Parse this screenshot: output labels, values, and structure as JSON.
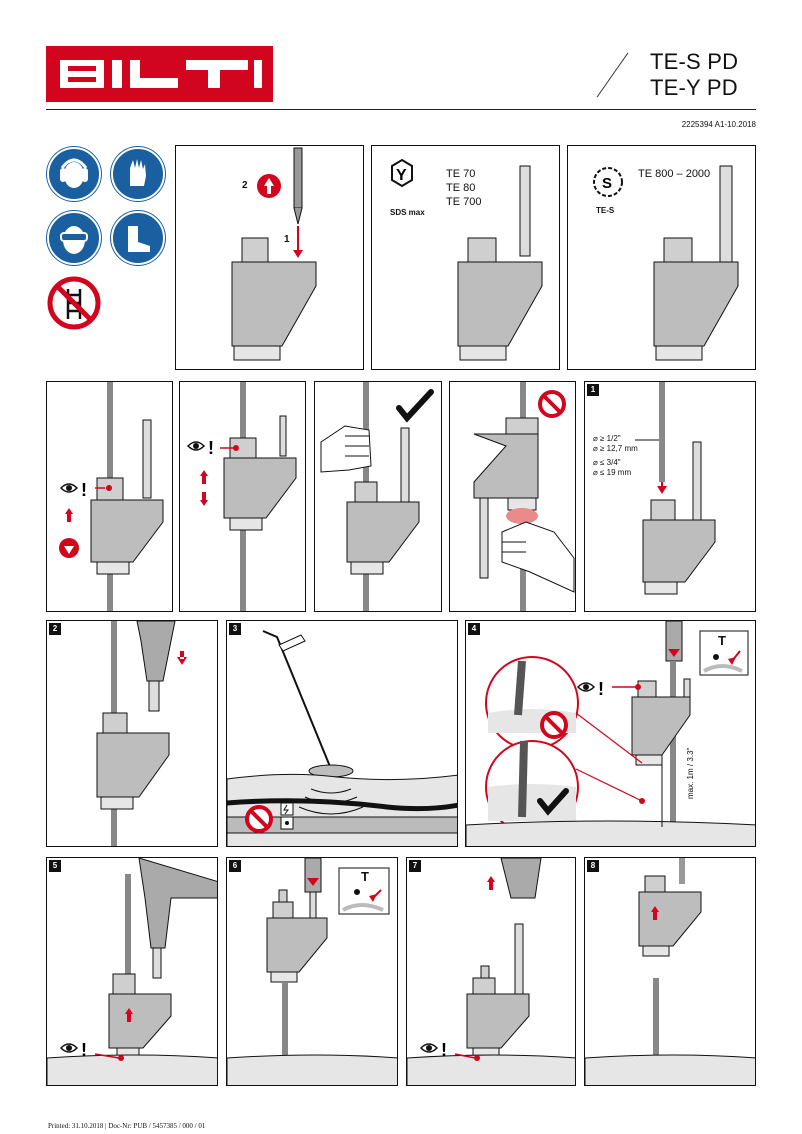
{
  "header": {
    "brand": "HILTI",
    "model_line_1": "TE-S PD",
    "model_line_2": "TE-Y PD",
    "document_number": "2225394 A1-10.2018"
  },
  "safety_icons": [
    "ear-protection-icon",
    "gloves-icon",
    "goggles-icon",
    "safety-boots-icon",
    "no-ladder-icon"
  ],
  "panels": {
    "fit": {
      "step_1": "1",
      "step_2": "2"
    },
    "sds_max": {
      "label": "SDS max",
      "models": [
        "TE 70",
        "TE 80",
        "TE 700"
      ]
    },
    "te_s": {
      "label": "TE-S",
      "models": "TE 800 – 2000"
    },
    "dims": {
      "badge": "1",
      "lines": [
        "⌀ ≥ 1/2\"",
        "⌀ ≥ 12,7 mm",
        "⌀ ≤ 3/4\"",
        "⌀ ≤ 19 mm"
      ]
    },
    "drill": {
      "badge": "2"
    },
    "detector": {
      "badge": "3"
    },
    "depth": {
      "badge": "4",
      "limit": "max. 1m / 3.3\"",
      "symbol": "T"
    },
    "step5": {
      "badge": "5"
    },
    "step6": {
      "badge": "6",
      "symbol": "T"
    },
    "step7": {
      "badge": "7"
    },
    "step8": {
      "badge": "8"
    }
  },
  "footer": {
    "printed": "Printed: 31.10.2018 | Doc-Nr: PUB / 5457385 / 000 / 01"
  },
  "colors": {
    "brand_red": "#d2051e",
    "sign_blue": "#1a5fa0",
    "prohibit_red": "#d2051e",
    "tool_gray": "#bdbdbd"
  }
}
